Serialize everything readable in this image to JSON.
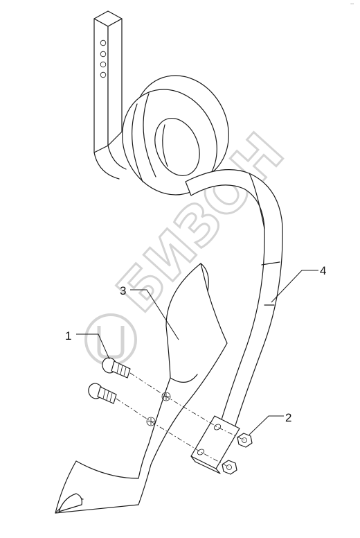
{
  "watermark": {
    "text": "БИЗОН"
  },
  "corner_mark": "--",
  "callouts": {
    "c1": "1",
    "c2": "2",
    "c3": "3",
    "c4": "4"
  },
  "parts": [
    {
      "number": "1",
      "icon": "carriage-bolt-icon"
    },
    {
      "number": "2",
      "icon": "hex-nut-icon"
    },
    {
      "number": "3",
      "icon": "shovel-blade-icon"
    },
    {
      "number": "4",
      "icon": "spring-tine-icon"
    }
  ]
}
